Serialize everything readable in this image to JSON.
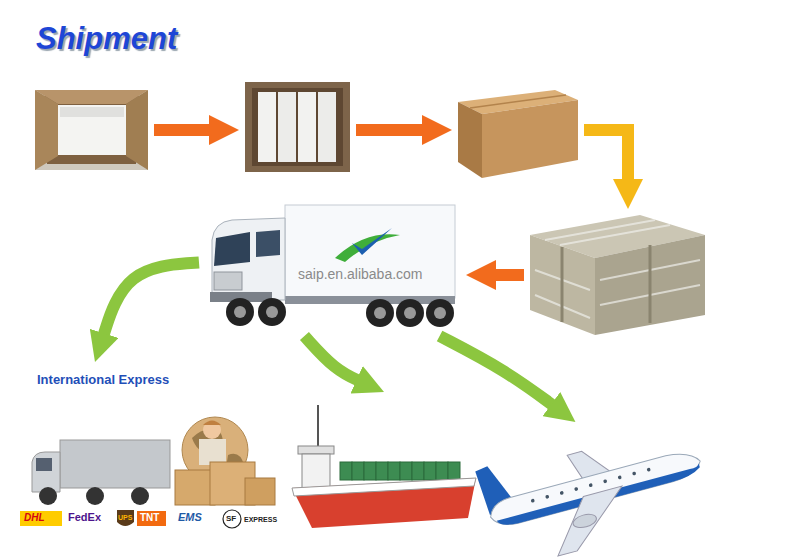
{
  "diagram": {
    "title": "Shipment",
    "nodes": [
      {
        "text": []
      },
      {
        "text": []
      },
      {
        "text": []
      },
      {
        "text": []
      },
      {
        "text": []
      },
      {
        "text": [
          "International Express"
        ]
      },
      {
        "text": []
      },
      {
        "text": []
      }
    ],
    "edges": [
      {
        "from": 0,
        "to": 1,
        "arrow": "to"
      },
      {
        "from": 1,
        "to": 2,
        "arrow": "to"
      },
      {
        "from": 2,
        "to": 3,
        "arrow": "to"
      },
      {
        "from": 3,
        "to": 4,
        "arrow": "to"
      },
      {
        "from": 4,
        "to": 5,
        "arrow": "to"
      },
      {
        "from": 4,
        "to": 6,
        "arrow": "to"
      },
      {
        "from": 4,
        "to": 7,
        "arrow": "to"
      }
    ],
    "labels": [
      "saip.en.alibaba.com",
      "DHL",
      "FedEx",
      "UPS",
      "TNT",
      "EMS",
      "SF",
      "EXPRESS"
    ]
  }
}
